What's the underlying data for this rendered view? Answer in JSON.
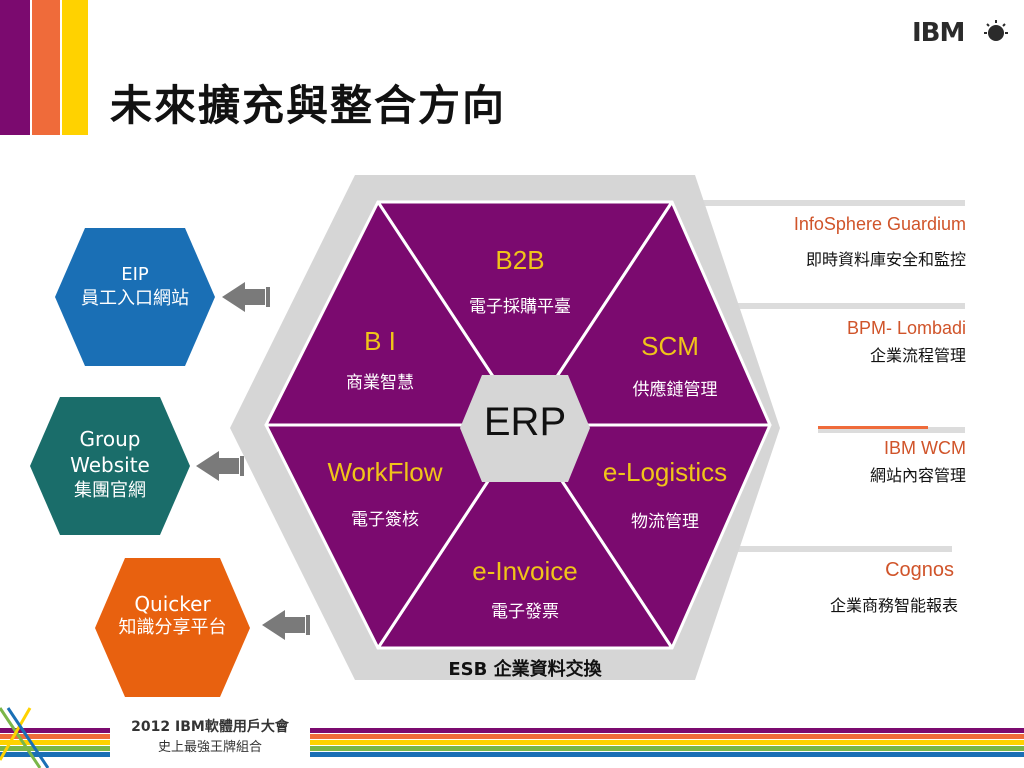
{
  "title": "未來擴充與整合方向",
  "logo": "IBM",
  "colors": {
    "purple": "#7b0a6f",
    "orange": "#ef6b3a",
    "yellow": "#ffd200",
    "blue": "#1a6fb5",
    "teal": "#1a6d6a",
    "hex_orange": "#e8610f",
    "gold_text": "#f0c419",
    "product_red": "#d0542a"
  },
  "center": {
    "label": "ERP"
  },
  "segments": [
    {
      "id": "b2b",
      "title": "B2B",
      "subtitle": "電子採購平臺"
    },
    {
      "id": "scm",
      "title": "SCM",
      "subtitle": "供應鏈管理"
    },
    {
      "id": "elogistics",
      "title": "e-Logistics",
      "subtitle": "物流管理"
    },
    {
      "id": "einvoice",
      "title": "e-Invoice",
      "subtitle": "電子發票"
    },
    {
      "id": "workflow",
      "title": "WorkFlow",
      "subtitle": "電子簽核"
    },
    {
      "id": "bi",
      "title": "B I",
      "subtitle": "商業智慧"
    }
  ],
  "esb_label": "ESB 企業資料交換",
  "side_hexes": [
    {
      "id": "eip",
      "line1": "EIP",
      "line2": "員工入口網站"
    },
    {
      "id": "group",
      "line1": "Group",
      "line2": "Website",
      "line3": "集團官網"
    },
    {
      "id": "quicker",
      "line1": "Quicker",
      "line2": "知識分享平台"
    }
  ],
  "products": [
    {
      "name": "InfoSphere Guardium",
      "desc": "即時資料庫安全和監控"
    },
    {
      "name": "BPM- Lombadi",
      "desc": "企業流程管理"
    },
    {
      "name": "IBM WCM",
      "desc": "網站內容管理"
    },
    {
      "name": "Cognos",
      "desc": "企業商務智能報表"
    }
  ],
  "footer": {
    "line1": "2012 IBM軟體用戶大會",
    "line2": "史上最強王牌組合"
  }
}
